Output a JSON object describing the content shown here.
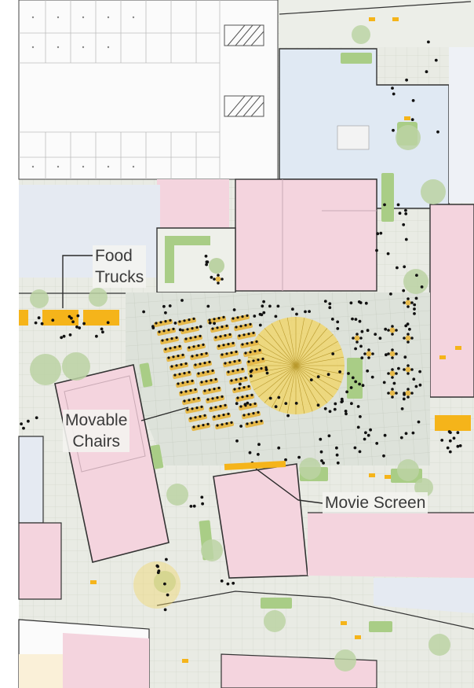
{
  "plan": {
    "colors": {
      "paving": "#e9ebe4",
      "building_white": "#fbfbfb",
      "building_pink": "#f4d4de",
      "building_blue": "#e0e9f3",
      "plaza": "#dde2da",
      "planter": "#a9cd86",
      "tree": "#bcd3a4",
      "truck": "#f5b41a",
      "chairs": "#e6b94a",
      "canopy": "#f0d66f",
      "dot": "#111111",
      "outline": "#2a2a2a"
    },
    "icons": [
      "tree-icon",
      "chair-icon",
      "table-icon",
      "food-truck-icon",
      "shade-canopy-icon",
      "movie-screen-icon"
    ]
  },
  "labels": {
    "food_trucks": [
      "Food",
      "Trucks"
    ],
    "movable_chairs": [
      "Movable",
      "Chairs"
    ],
    "movie_screen": "Movie Screen"
  }
}
